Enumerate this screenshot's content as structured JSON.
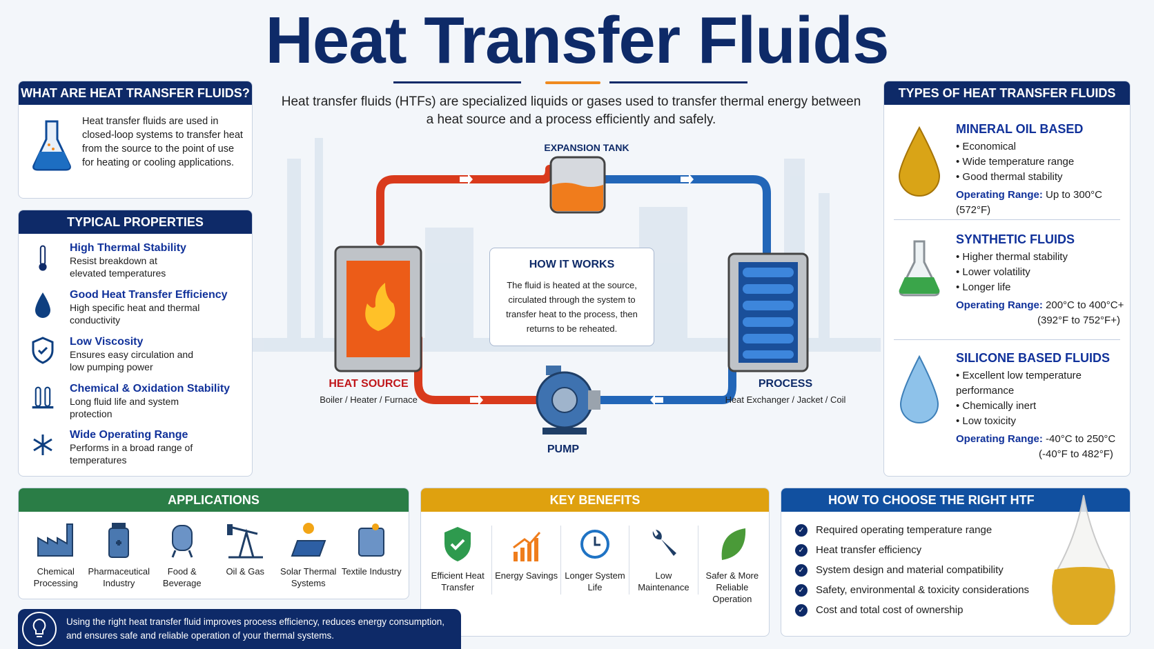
{
  "title": "Heat Transfer Fluids",
  "intro": "Heat transfer fluids (HTFs) are specialized liquids or gases used to transfer thermal energy between a heat source and a process efficiently and safely.",
  "what": {
    "header": "WHAT ARE HEAT TRANSFER FLUIDS?",
    "text": "Heat transfer fluids are used in closed-loop systems to transfer heat from the source to the point of use for heating or cooling applications."
  },
  "properties": {
    "header": "TYPICAL PROPERTIES",
    "items": [
      {
        "title": "High Thermal Stability",
        "text": "Resist breakdown at elevated temperatures",
        "icon": "thermometer-icon"
      },
      {
        "title": "Good Heat Transfer Efficiency",
        "text": "High specific heat and thermal conductivity",
        "icon": "droplet-icon"
      },
      {
        "title": "Low Viscosity",
        "text": "Ensures easy circulation and low pumping power",
        "icon": "shield-check-icon"
      },
      {
        "title": "Chemical & Oxidation Stability",
        "text": "Long fluid life and system protection",
        "icon": "test-tubes-icon"
      },
      {
        "title": "Wide Operating Range",
        "text": "Performs in a broad range of temperatures",
        "icon": "snowflake-icon"
      }
    ]
  },
  "diagram": {
    "expansion_tank": "EXPANSION TANK",
    "heat_source": "HEAT SOURCE",
    "heat_source_sub": "Boiler / Heater / Furnace",
    "process": "PROCESS",
    "process_sub": "Heat Exchanger / Jacket / Coil",
    "pump": "PUMP",
    "how_title": "HOW IT WORKS",
    "how_text": "The fluid is heated at the source, circulated through the system to transfer heat to the process, then returns to be reheated."
  },
  "types": {
    "header": "TYPES OF HEAT TRANSFER FLUIDS",
    "range_label": "Operating Range:",
    "items": [
      {
        "title": "MINERAL OIL BASED",
        "bullets": [
          "Economical",
          "Wide temperature range",
          "Good thermal stability"
        ],
        "range": "Up to 300°C (572°F)",
        "range2": ""
      },
      {
        "title": "SYNTHETIC FLUIDS",
        "bullets": [
          "Higher thermal stability",
          "Lower volatility",
          "Longer life"
        ],
        "range": "200°C to 400°C+",
        "range2": "(392°F to 752°F+)"
      },
      {
        "title": "SILICONE BASED FLUIDS",
        "bullets": [
          "Excellent low temperature performance",
          "Chemically inert",
          "Low toxicity"
        ],
        "range": "-40°C to 250°C",
        "range2": "(-40°F to 482°F)"
      }
    ]
  },
  "applications": {
    "header": "APPLICATIONS",
    "items": [
      "Chemical Processing",
      "Pharmaceutical Industry",
      "Food & Beverage",
      "Oil & Gas",
      "Solar Thermal Systems",
      "Textile Industry"
    ]
  },
  "benefits": {
    "header": "KEY BENEFITS",
    "items": [
      "Efficient Heat Transfer",
      "Energy Savings",
      "Longer System Life",
      "Low Maintenance",
      "Safer & More Reliable Operation"
    ]
  },
  "choose": {
    "header": "HOW TO CHOOSE THE RIGHT HTF",
    "items": [
      "Required operating temperature range",
      "Heat transfer efficiency",
      "System design and material compatibility",
      "Safety, environmental & toxicity considerations",
      "Cost and total cost of ownership"
    ]
  },
  "tip": "Using the right heat transfer fluid improves process efficiency, reduces energy consumption, and ensures safe and reliable operation of your thermal systems.",
  "colors": {
    "navy": "#0e2a68",
    "green": "#2a7d46",
    "gold": "#dfa10f",
    "blue": "#1150a0",
    "hot": "#d93a1c",
    "cold": "#2266b8"
  }
}
